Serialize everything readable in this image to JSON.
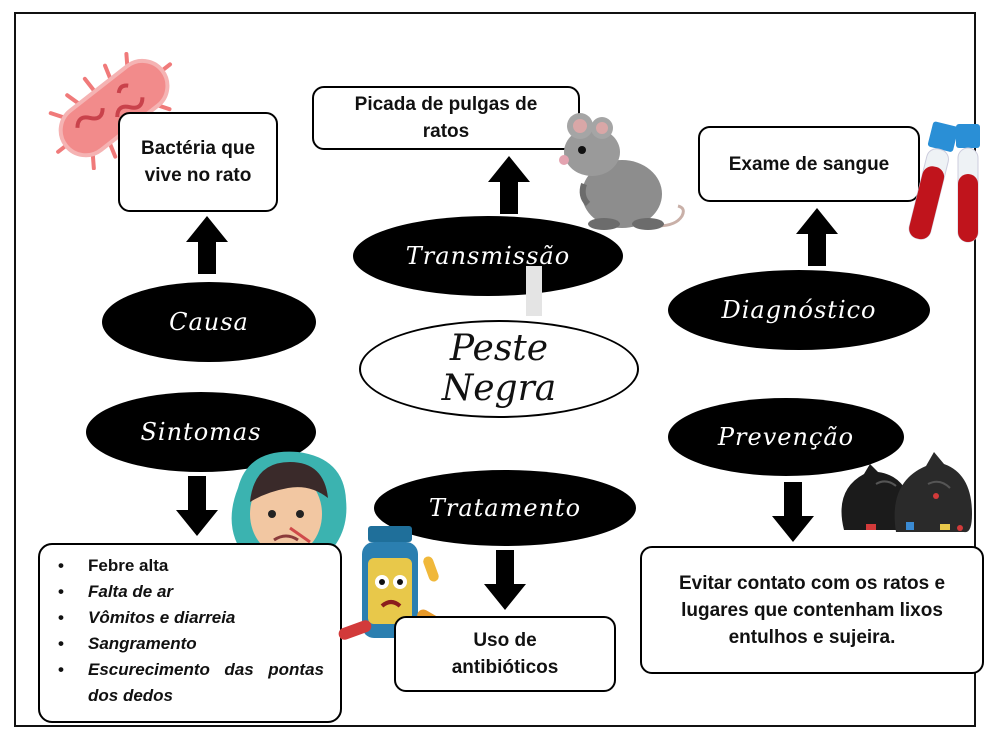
{
  "center": {
    "line1": "Peste",
    "line2": "Negra"
  },
  "nodes": {
    "causa": {
      "label": "Causa",
      "detail": "Bactéria que vive no rato"
    },
    "transmissao": {
      "label": "Transmissão",
      "detail": "Picada de pulgas de ratos"
    },
    "diagnostico": {
      "label": "Diagnóstico",
      "detail": "Exame de sangue"
    },
    "sintomas": {
      "label": "Sintomas",
      "items": [
        "Febre alta",
        "Falta de ar",
        "Vômitos e diarreia",
        "Sangramento",
        "Escurecimento das pontas dos dedos"
      ]
    },
    "tratamento": {
      "label": "Tratamento",
      "detail": "Uso de antibióticos"
    },
    "prevencao": {
      "label": "Prevenção",
      "detail": "Evitar contato com os ratos e lugares que contenham lixos entulhos e sujeira."
    }
  },
  "icons": {
    "bacteria": "bacteria-icon",
    "rat": "rat-icon",
    "blood-tubes": "blood-tubes-icon",
    "sick-person": "sick-person-icon",
    "medicine-bottle": "medicine-bottle-icon",
    "trash-bags": "trash-bags-icon"
  },
  "colors": {
    "ellipse_fill": "#000000",
    "bacteria": "#f07a7a",
    "rat": "#8a8a8a",
    "blood": "#c0141c",
    "tube_cap": "#2a8fd6",
    "person_bg": "#3bb3b0",
    "bottle": "#2b7fb0",
    "trash": "#1b1b1b"
  }
}
